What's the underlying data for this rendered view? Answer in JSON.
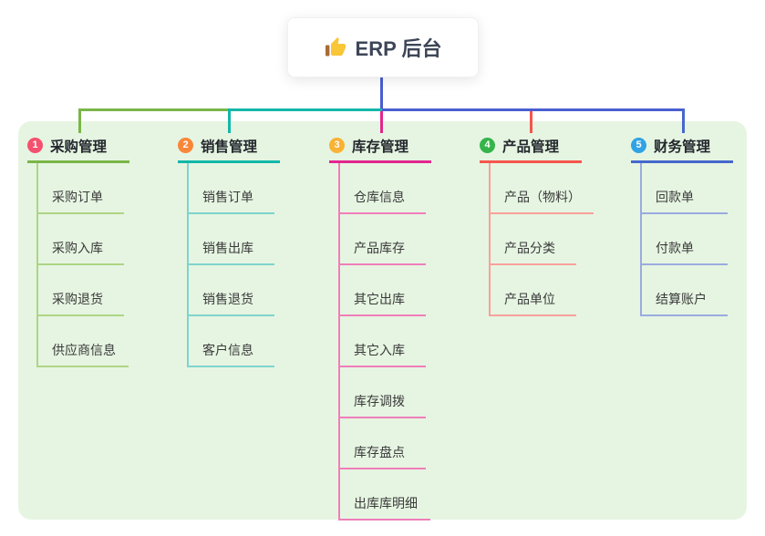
{
  "root": {
    "title": "ERP 后台",
    "icon": "thumbs-up-icon"
  },
  "branches": [
    {
      "index": "1",
      "title": "采购管理",
      "badge_color": "#f5506e",
      "line_color": "#7ab648",
      "child_line_color": "#aed584",
      "children": [
        "采购订单",
        "采购入库",
        "采购退货",
        "供应商信息"
      ]
    },
    {
      "index": "2",
      "title": "销售管理",
      "badge_color": "#f8873a",
      "line_color": "#12b7a9",
      "child_line_color": "#7fd4cc",
      "children": [
        "销售订单",
        "销售出库",
        "销售退货",
        "客户信息"
      ]
    },
    {
      "index": "3",
      "title": "库存管理",
      "badge_color": "#f9b234",
      "line_color": "#e2268f",
      "child_line_color": "#f07eba",
      "children": [
        "仓库信息",
        "产品库存",
        "其它出库",
        "其它入库",
        "库存调拨",
        "库存盘点",
        "出库库明细"
      ]
    },
    {
      "index": "4",
      "title": "产品管理",
      "badge_color": "#35b44a",
      "line_color": "#f5564e",
      "child_line_color": "#f9a09a",
      "children": [
        "产品（物料）",
        "产品分类",
        "产品单位"
      ]
    },
    {
      "index": "5",
      "title": "财务管理",
      "badge_color": "#31a3e4",
      "line_color": "#4667cd",
      "child_line_color": "#9aabdf",
      "children": [
        "回款单",
        "付款单",
        "结算账户"
      ]
    }
  ],
  "colors": {
    "panel_background": "#e6f5e2",
    "root_stem": "#4a5ed0",
    "connector_green": "#7ab648",
    "connector_teal": "#12b7a9",
    "connector_blue": "#4a5ed0",
    "connector_magenta": "#e2268f",
    "connector_red": "#f5564e",
    "root_text": "#3d4657"
  }
}
